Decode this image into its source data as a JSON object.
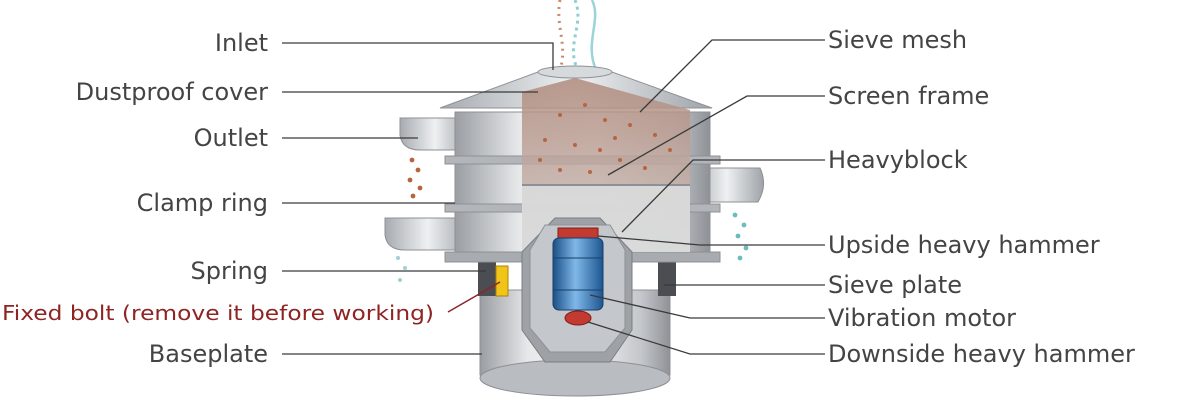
{
  "labels": {
    "inlet": "Inlet",
    "dustproof_cover": "Dustproof cover",
    "outlet": "Outlet",
    "clamp_ring": "Clamp ring",
    "spring": "Spring",
    "fixed_bolt": "Fixed bolt (remove it before working)",
    "baseplate": "Baseplate",
    "sieve_mesh": "Sieve mesh",
    "screen_frame": "Screen frame",
    "heavyblock": "Heavyblock",
    "upside_heavy_hammer": "Upside heavy hammer",
    "sieve_plate": "Sieve plate",
    "vibration_motor": "Vibration motor",
    "downside_heavy_hammer": "Downside heavy hammer"
  },
  "colors": {
    "label_text": "#444444",
    "warning_text": "#8e2424",
    "metal": "#c9ccd0",
    "motor_blue": "#2f7fc4",
    "spring_yellow": "#f0c419",
    "particles": "#b7653f",
    "fines": "#7fc6c8"
  }
}
